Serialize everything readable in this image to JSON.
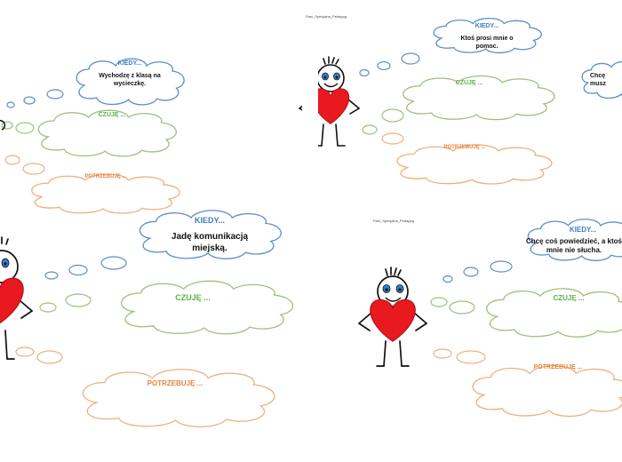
{
  "colors": {
    "kiedy": "#3d7ebf",
    "czuje": "#5fb04a",
    "potrzebuje": "#e6833a",
    "kiedy_cloud": "#5b8fc9",
    "czuje_cloud": "#9ec07a",
    "potrzebuje_cloud": "#eeb07e",
    "heart": "#e8191f"
  },
  "header_text": "Pani_Specjalna_Pedagog",
  "cards": [
    {
      "kiedy_label": "KIEDY...",
      "kiedy_text": "Wychodzę z klasą na wycieczkę.",
      "czuje_label": "CZUJĘ ...",
      "potrzebuje_label": "POTRZEBUJĘ ..."
    },
    {
      "kiedy_label": "KIEDY...",
      "kiedy_text": "Ktoś prosi mnie o pomoc.",
      "czuje_label": "CZUJĘ ...",
      "potrzebuje_label": "POTRZEBUJĘ ..."
    },
    {
      "kiedy_text_partial": "Chcę musz"
    },
    {
      "kiedy_label": "KIEDY...",
      "kiedy_text": "Jadę komunikacją miejską.",
      "czuje_label": "CZUJĘ ...",
      "potrzebuje_label": "POTRZEBUJĘ ..."
    },
    {
      "kiedy_label": "KIEDY...",
      "kiedy_text": "Chcę coś powiedzieć, a ktoś mnie nie słucha.",
      "czuje_label": "CZUJĘ ...",
      "potrzebuje_label": "POTRZEBUJĘ ..."
    }
  ]
}
